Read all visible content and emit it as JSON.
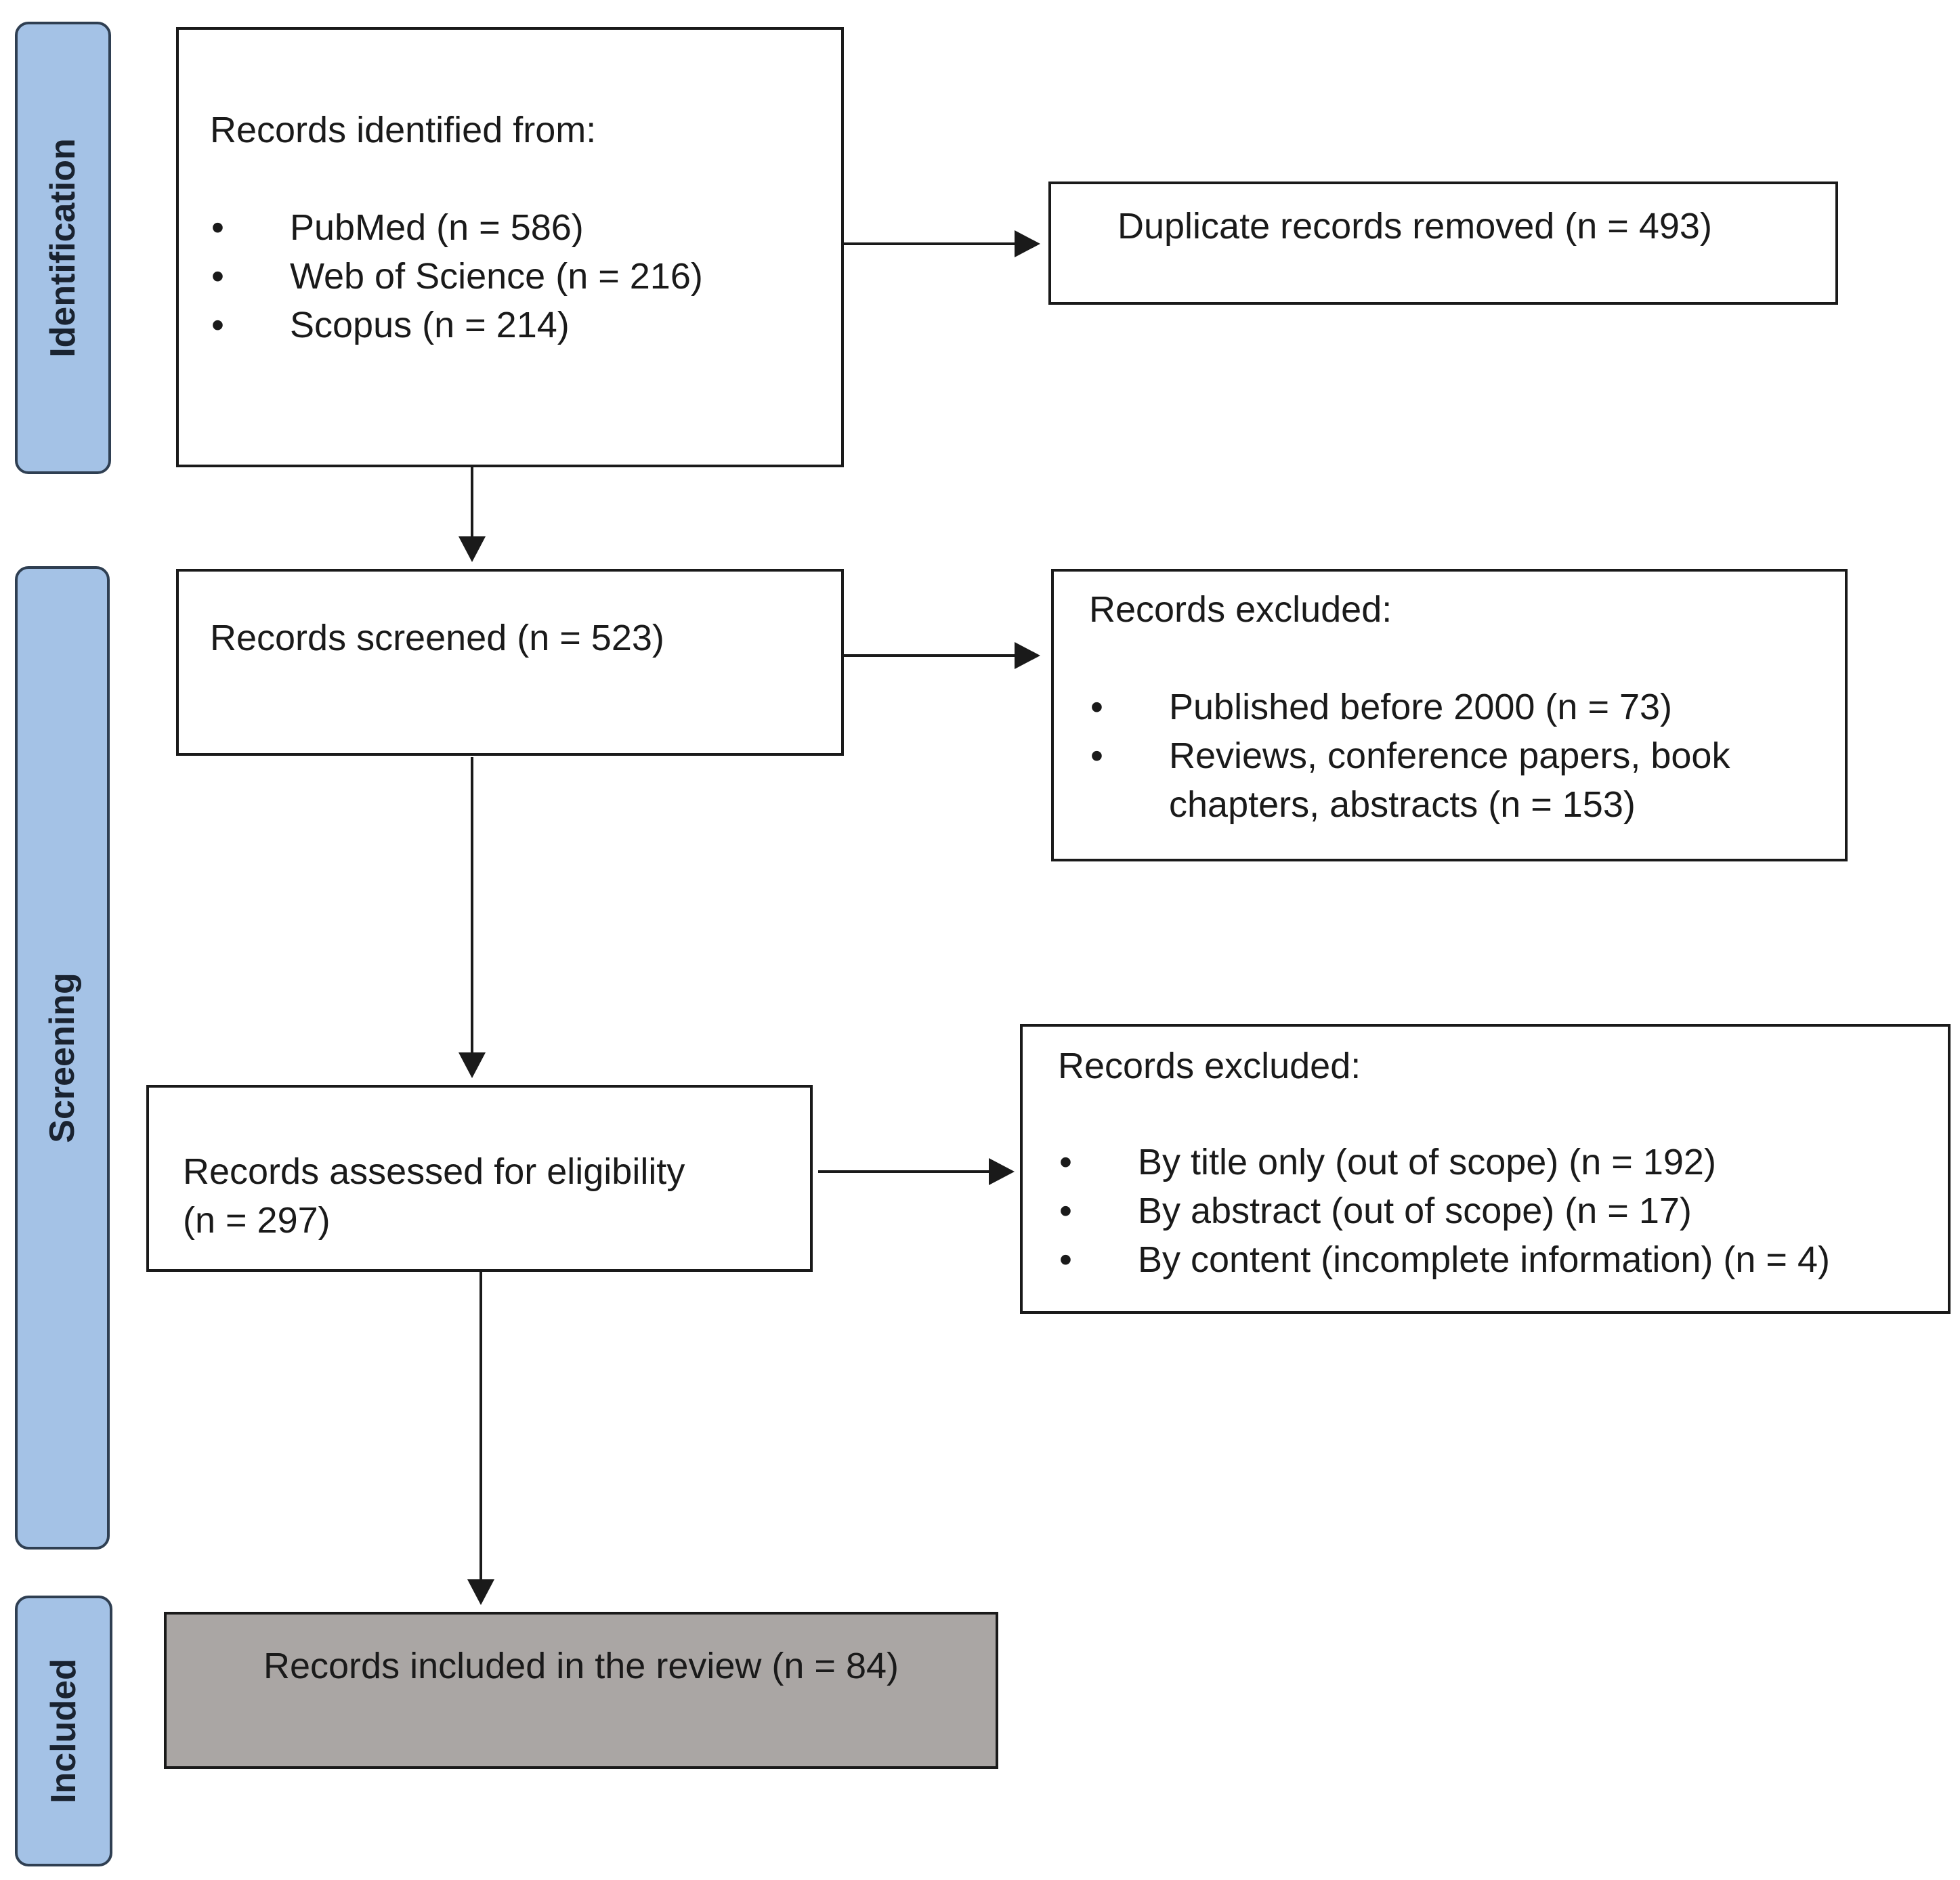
{
  "phases": {
    "identification": "Identification",
    "screening": "Screening",
    "included": "Included"
  },
  "identification_box": {
    "title": "Records identified from:",
    "sources": [
      "PubMed (n = 586)",
      "Web of Science (n = 216)",
      "Scopus (n = 214)"
    ]
  },
  "duplicates_box": {
    "text": "Duplicate records removed (n = 493)"
  },
  "screened_box": {
    "text": "Records screened (n = 523)"
  },
  "screen_excluded_box": {
    "title": "Records excluded:",
    "items": [
      "Published before 2000 (n = 73)",
      "Reviews, conference papers, book",
      "chapters, abstracts (n = 153)"
    ]
  },
  "eligibility_box": {
    "line1": "Records assessed for eligibility",
    "line2": "(n = 297)"
  },
  "eligibility_excluded_box": {
    "title": "Records excluded:",
    "items": [
      "By title only (out of scope) (n = 192)",
      "By abstract (out of scope) (n = 17)",
      "By content (incomplete information) (n = 4)"
    ]
  },
  "included_box": {
    "text": "Records included in the review (n = 84)"
  },
  "colors": {
    "phase_fill": "#a4c2e6",
    "phase_border": "#2f3f52",
    "included_fill": "#aaa6a4",
    "line": "#1a1a1a"
  },
  "icons": {
    "bullet": "•"
  }
}
